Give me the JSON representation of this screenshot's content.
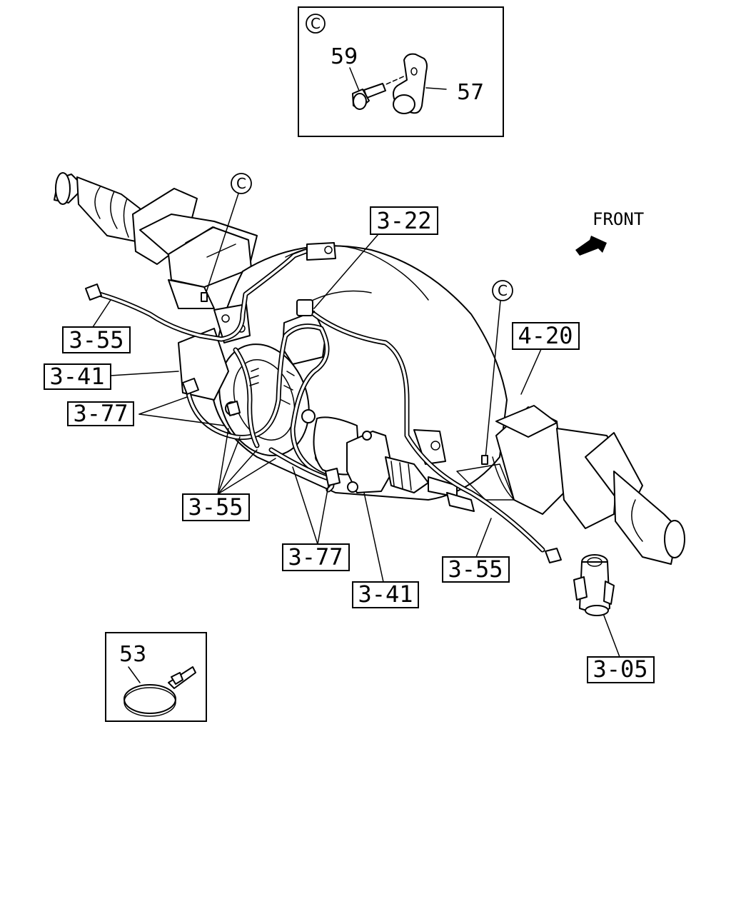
{
  "direction": {
    "front_label": "FRONT"
  },
  "callout_letter": "C",
  "detail_c": {
    "letter": "C",
    "bolt_number": "59",
    "clip_number": "57"
  },
  "detail_band": {
    "number": "53"
  },
  "labels": {
    "l_3_22": "3-22",
    "l_4_20": "4-20",
    "l_3_55_left": "3-55",
    "l_3_41_left": "3-41",
    "l_3_77_left": "3-77",
    "l_3_55_lower": "3-55",
    "l_3_77_lower": "3-77",
    "l_3_41_lower": "3-41",
    "l_3_55_right": "3-55",
    "l_3_05": "3-05"
  }
}
